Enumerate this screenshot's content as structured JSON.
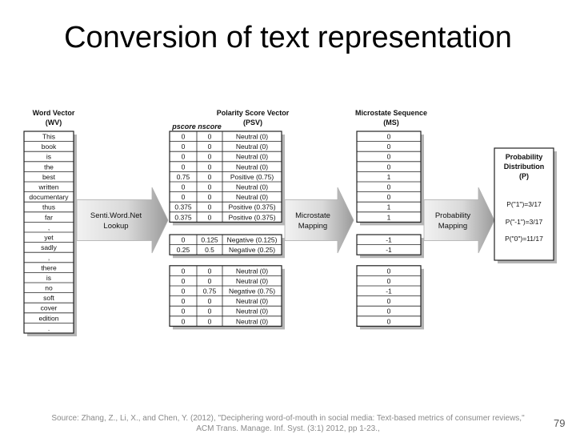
{
  "slide": {
    "title": "Conversion of text representation",
    "page_number": "79",
    "source_line1": "Source: Zhang, Z., Li, X., and Chen, Y. (2012), \"Deciphering word-of-mouth in social media: Text-based metrics of consumer reviews,\"",
    "source_line2": "ACM Trans. Manage. Inf. Syst. (3:1) 2012, pp 1-23.,"
  },
  "figure": {
    "wv_header": [
      "Word Vector",
      "(WV)"
    ],
    "psv_header": [
      "Polarity Score Vector",
      "(PSV)"
    ],
    "psv_col_pscore": "pscore",
    "psv_col_nscore": "nscore",
    "ms_header": [
      "Microstate Sequence",
      "(MS)"
    ],
    "words": [
      "This",
      "book",
      "is",
      "the",
      "best",
      "written",
      "documentary",
      "thus",
      "far",
      ",",
      "yet",
      "sadly",
      ",",
      "there",
      "is",
      "no",
      "soft",
      "cover",
      "edition",
      "."
    ],
    "psv_groups": [
      [
        [
          "0",
          "0",
          "Neutral (0)"
        ],
        [
          "0",
          "0",
          "Neutral (0)"
        ],
        [
          "0",
          "0",
          "Neutral (0)"
        ],
        [
          "0",
          "0",
          "Neutral (0)"
        ],
        [
          "0.75",
          "0",
          "Positive (0.75)"
        ],
        [
          "0",
          "0",
          "Neutral (0)"
        ],
        [
          "0",
          "0",
          "Neutral (0)"
        ],
        [
          "0.375",
          "0",
          "Positive (0.375)"
        ],
        [
          "0.375",
          "0",
          "Positive (0.375)"
        ]
      ],
      [
        [
          "0",
          "0.125",
          "Negative (0.125)"
        ],
        [
          "0.25",
          "0.5",
          "Negative (0.25)"
        ]
      ],
      [
        [
          "0",
          "0",
          "Neutral (0)"
        ],
        [
          "0",
          "0",
          "Neutral (0)"
        ],
        [
          "0",
          "0.75",
          "Negative (0.75)"
        ],
        [
          "0",
          "0",
          "Neutral (0)"
        ],
        [
          "0",
          "0",
          "Neutral (0)"
        ],
        [
          "0",
          "0",
          "Neutral (0)"
        ]
      ]
    ],
    "ms_groups": [
      [
        "0",
        "0",
        "0",
        "0",
        "1",
        "0",
        "0",
        "1",
        "1"
      ],
      [
        "-1",
        "-1"
      ],
      [
        "0",
        "0",
        "-1",
        "0",
        "0",
        "0"
      ]
    ],
    "arrows": [
      [
        "Senti.Word.Net",
        "Lookup"
      ],
      [
        "Microstate",
        "Mapping"
      ],
      [
        "Probability",
        "Mapping"
      ]
    ],
    "prob_header": [
      "Probability",
      "Distribution",
      "(P)"
    ],
    "prob_values": [
      "P(\"1\")=3/17",
      "P(\"-1\")=3/17",
      "P(\"0\")=11/17"
    ],
    "colors": {
      "arrow_light": "#e8e8e8",
      "arrow_dark": "#9a9a9a",
      "table_border": "#222222",
      "shadow": "#b5b5b5"
    }
  }
}
